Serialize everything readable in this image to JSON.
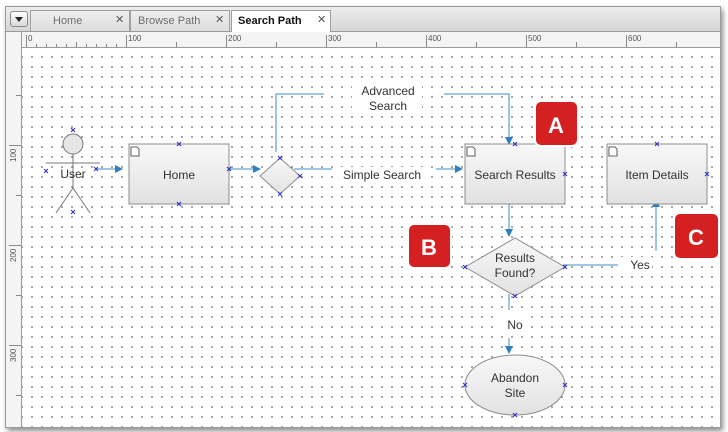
{
  "tabs": [
    {
      "label": "Home",
      "active": false
    },
    {
      "label": "Browse Path",
      "active": false
    },
    {
      "label": "Search Path",
      "active": true
    }
  ],
  "ruler": {
    "h_ticks": [
      "0",
      "100",
      "200",
      "300",
      "400",
      "500",
      "600"
    ],
    "v_ticks": [
      "100",
      "200",
      "300"
    ]
  },
  "diagram": {
    "actor_label": "User",
    "home_label": "Home",
    "advanced_search_line1": "Advanced",
    "advanced_search_line2": "Search",
    "simple_search_label": "Simple Search",
    "search_results_label": "Search Results",
    "item_details_label": "Item Details",
    "results_found_line1": "Results",
    "results_found_line2": "Found?",
    "yes_label": "Yes",
    "no_label": "No",
    "abandon_line1": "Abandon",
    "abandon_line2": "Site"
  },
  "callouts": [
    "A",
    "B",
    "C"
  ],
  "colors": {
    "connector": "#3d8ec9",
    "callout_fill": "#d42020",
    "shape_fill": "#eeeeee",
    "port_marker": "#2c2cc8"
  }
}
